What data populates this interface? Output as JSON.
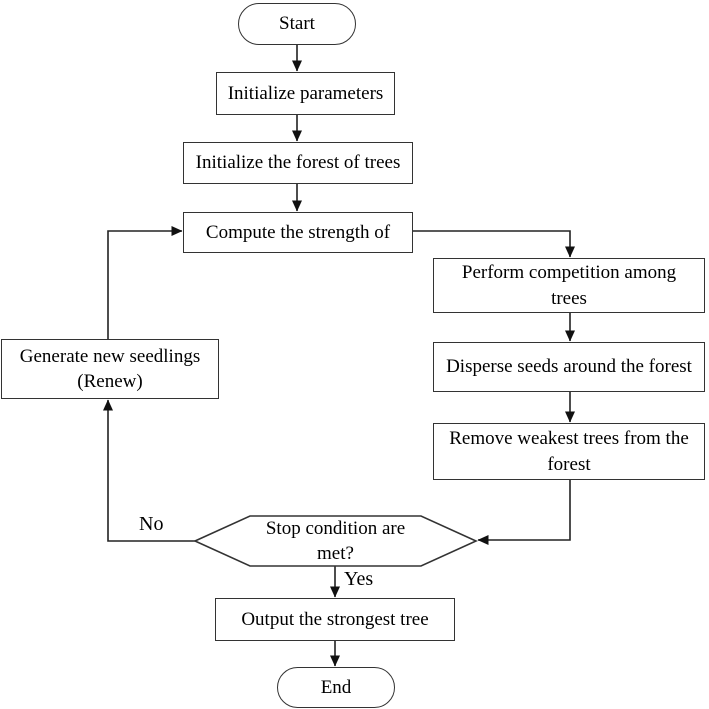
{
  "flowchart": {
    "nodes": {
      "start": {
        "type": "terminator",
        "lines": [
          "Start"
        ]
      },
      "init_params": {
        "type": "process",
        "lines": [
          "Initialize parameters"
        ]
      },
      "init_forest": {
        "type": "process",
        "lines": [
          "Initialize the forest of trees"
        ]
      },
      "compute": {
        "type": "process",
        "lines": [
          "Compute the strength of"
        ]
      },
      "perform": {
        "type": "process",
        "lines": [
          "Perform competition among",
          "trees"
        ]
      },
      "disperse": {
        "type": "process",
        "lines": [
          "Disperse seeds around the forest"
        ]
      },
      "remove": {
        "type": "process",
        "lines": [
          "Remove weakest trees from the",
          "forest"
        ]
      },
      "generate": {
        "type": "process",
        "lines": [
          "Generate new seedlings",
          "(Renew)"
        ]
      },
      "decision": {
        "type": "decision",
        "lines": [
          "Stop condition are",
          "met?"
        ]
      },
      "output": {
        "type": "process",
        "lines": [
          "Output the strongest tree"
        ]
      },
      "end": {
        "type": "terminator",
        "lines": [
          "End"
        ]
      }
    },
    "edge_labels": {
      "no": "No",
      "yes": "Yes"
    },
    "edges": [
      {
        "from": "start",
        "to": "init_params"
      },
      {
        "from": "init_params",
        "to": "init_forest"
      },
      {
        "from": "init_forest",
        "to": "compute"
      },
      {
        "from": "compute",
        "to": "perform"
      },
      {
        "from": "perform",
        "to": "disperse"
      },
      {
        "from": "disperse",
        "to": "remove"
      },
      {
        "from": "remove",
        "to": "decision"
      },
      {
        "from": "decision",
        "to": "generate",
        "label": "No"
      },
      {
        "from": "generate",
        "to": "compute"
      },
      {
        "from": "decision",
        "to": "output",
        "label": "Yes"
      },
      {
        "from": "output",
        "to": "end"
      }
    ],
    "colors": {
      "stroke": "#333333",
      "line": "#222222",
      "text": "#000000",
      "background": "#ffffff"
    }
  }
}
